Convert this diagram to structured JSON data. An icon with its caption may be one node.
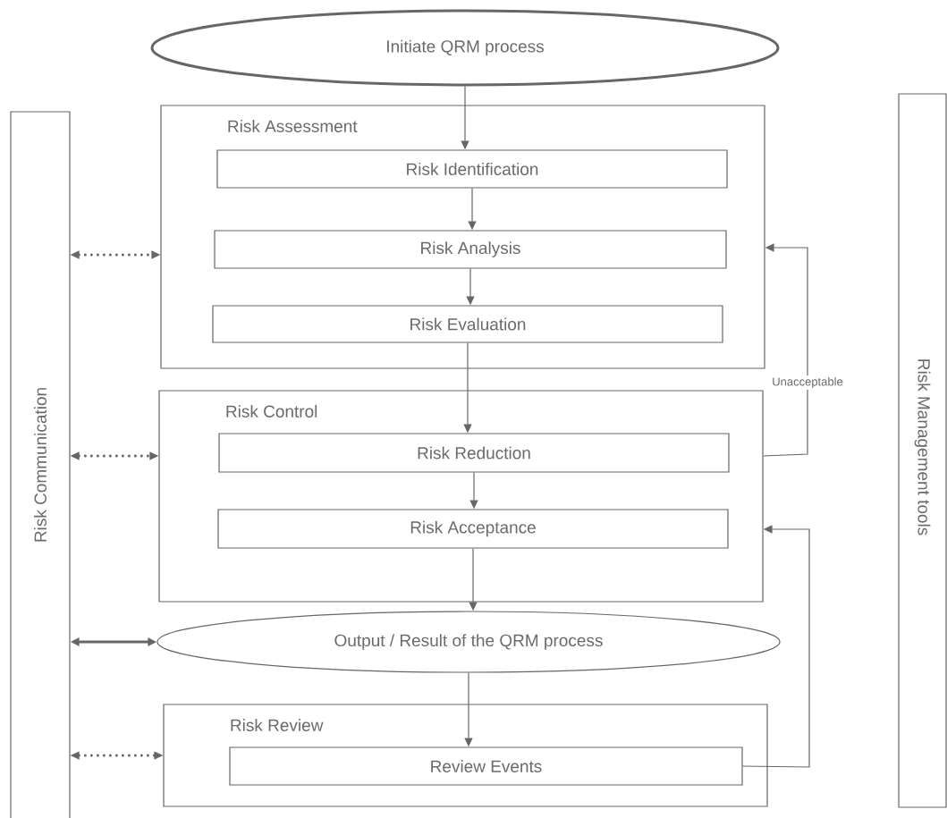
{
  "diagram": {
    "nodes": [
      {
        "text": [
          "Initiate QRM process"
        ]
      },
      {
        "text": [
          "Risk Communication"
        ]
      },
      {
        "text": [
          "Risk Assessment"
        ]
      },
      {
        "text": [
          "Risk Identification"
        ],
        "in": 2
      },
      {
        "text": [
          "Risk Analysis"
        ],
        "in": 2
      },
      {
        "text": [
          "Risk Evaluation"
        ],
        "in": 2
      },
      {
        "text": [
          "Risk Control"
        ]
      },
      {
        "text": [
          "Risk Reduction"
        ],
        "in": 6
      },
      {
        "text": [
          "Risk Acceptance"
        ],
        "in": 6
      },
      {
        "text": [
          "Output / Result of the QRM process"
        ]
      },
      {
        "text": [
          "Risk Review"
        ]
      },
      {
        "text": [
          "Review Events"
        ],
        "in": 10
      },
      {
        "text": [
          "Risk Management tools"
        ]
      }
    ],
    "edges": [
      {
        "from": 0,
        "to": 3,
        "arrow": "to"
      },
      {
        "from": 3,
        "to": 4,
        "arrow": "to"
      },
      {
        "from": 4,
        "to": 5,
        "arrow": "to"
      },
      {
        "from": 5,
        "to": 7,
        "arrow": "to"
      },
      {
        "from": 7,
        "to": 8,
        "arrow": "to"
      },
      {
        "from": 8,
        "to": 9,
        "arrow": "to"
      },
      {
        "from": 9,
        "to": 11,
        "arrow": "to"
      },
      {
        "from": 1,
        "to": 2,
        "arrow": "both",
        "style": "dashed"
      },
      {
        "from": 1,
        "to": 6,
        "arrow": "both",
        "style": "dashed"
      },
      {
        "from": 1,
        "to": 9,
        "arrow": "both",
        "style": "thick"
      },
      {
        "from": 1,
        "to": 10,
        "arrow": "both",
        "style": "dashed"
      },
      {
        "from": 6,
        "to": 2,
        "arrow": "to",
        "label": "Unacceptable"
      },
      {
        "from": 11,
        "to": 6,
        "arrow": "to"
      }
    ]
  }
}
